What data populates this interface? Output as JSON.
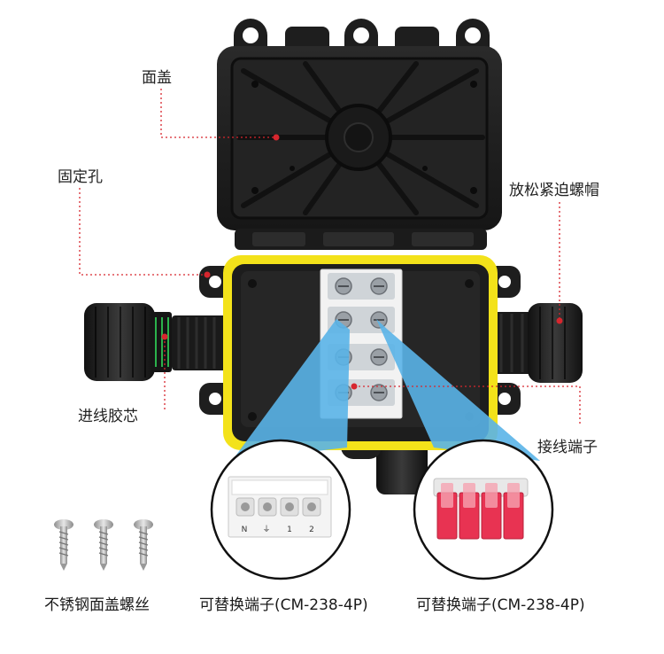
{
  "labels": {
    "lid": "面盖",
    "fixing_hole": "固定孔",
    "release_nut": "放松紧迫螺帽",
    "inlet_seal": "进线胶芯",
    "terminal_block": "接线端子"
  },
  "captions": {
    "screws": "不锈钢面盖螺丝",
    "terminal_left": "可替换端子(CM-238-4P)",
    "terminal_right": "可替换端子(CM-238-4P)"
  },
  "terminal_markings": [
    "N",
    "⏚",
    "1",
    "2"
  ],
  "colors": {
    "housing": "#1c1c1c",
    "gasket": "#f3e21a",
    "callout": "#d7262e",
    "beam": "#5ab4e8",
    "lever": "#e83352"
  }
}
